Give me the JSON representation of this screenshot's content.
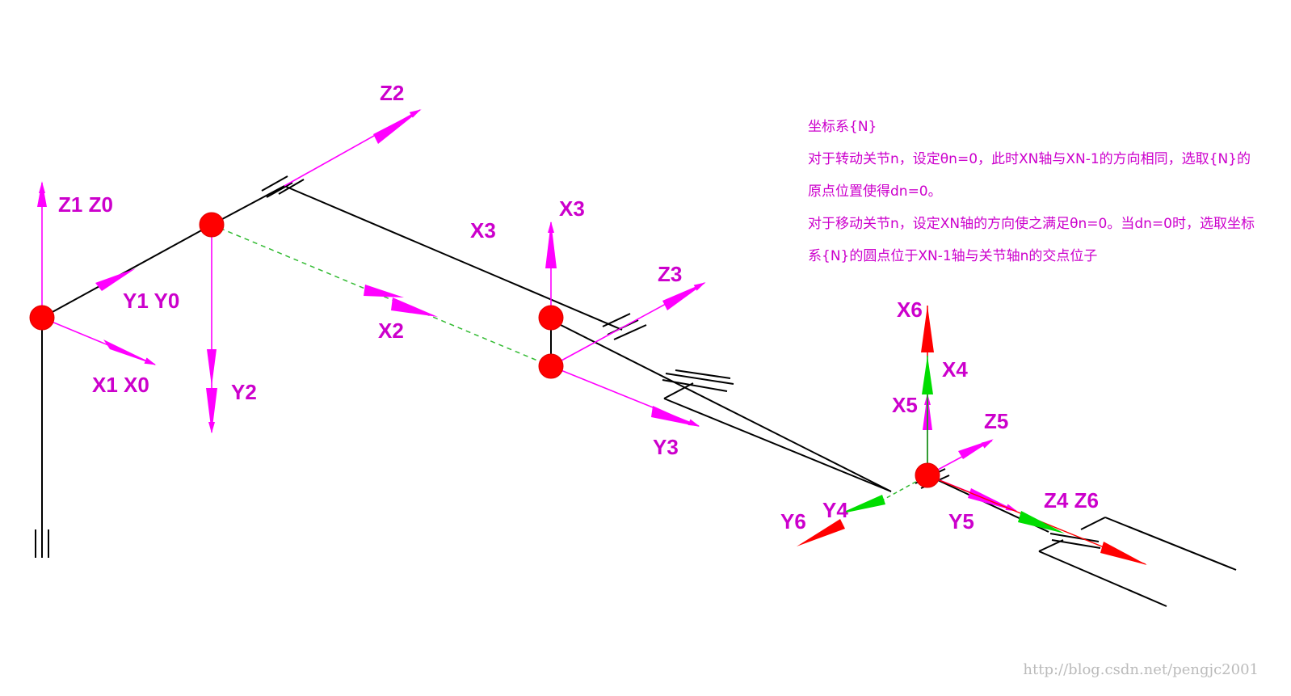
{
  "colors": {
    "structure": "#000000",
    "axis_primary": "#ff00ff",
    "axis_label": "#cc00cc",
    "joint": "#ff0000",
    "axis_green": "#00cc00",
    "axis_red": "#ff0000",
    "dashed_link": "#33bb33"
  },
  "labels": {
    "z1_z0": "Z1 Z0",
    "y1_y0": "Y1 Y0",
    "x1_x0": "X1 X0",
    "z2": "Z2",
    "y2": "Y2",
    "x2": "X2",
    "x3_link": "X3",
    "x3": "X3",
    "z3": "Z3",
    "y3": "Y3",
    "x6": "X6",
    "x4": "X4",
    "x5": "X5",
    "z5": "Z5",
    "y6": "Y6",
    "y4": "Y4",
    "y5": "Y5",
    "z4_z6": "Z4 Z6"
  },
  "notes": {
    "title": "坐标系{N}",
    "line1": "对于转动关节n，设定θn=0，此时XN轴与XN-1的方向相同，选取{N}的",
    "line2": "原点位置使得dn=0。",
    "line3": "对于移动关节n，设定XN轴的方向使之满足θn=0。当dn=0时，选取坐标",
    "line4": "系{N}的圆点位于XN-1轴与关节轴n的交点位子"
  },
  "watermark": "http://blog.csdn.net/pengjc2001"
}
